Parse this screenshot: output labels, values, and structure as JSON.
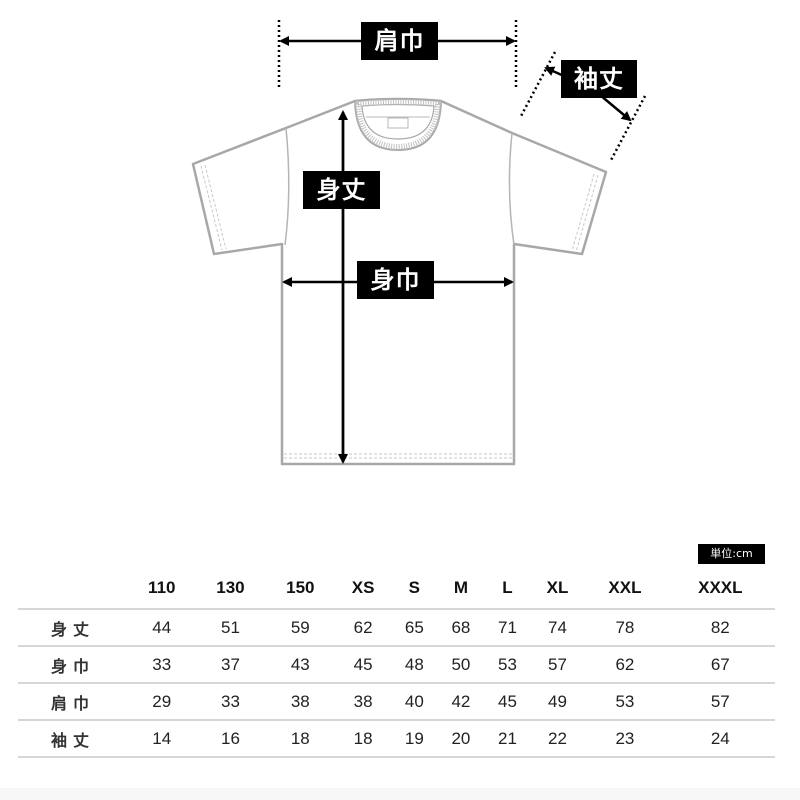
{
  "diagram": {
    "labels": {
      "shoulder_width": "肩巾",
      "sleeve_length": "袖丈",
      "body_length": "身丈",
      "body_width": "身巾"
    },
    "colors": {
      "outline": "#a8a8a8",
      "arrow": "#000000",
      "label_bg": "#000000",
      "label_text": "#ffffff"
    }
  },
  "unit_badge": "単位:cm",
  "table": {
    "columns": [
      "110",
      "130",
      "150",
      "XS",
      "S",
      "M",
      "L",
      "XL",
      "XXL",
      "XXXL"
    ],
    "rows": [
      {
        "label": "身丈",
        "values": [
          "44",
          "51",
          "59",
          "62",
          "65",
          "68",
          "71",
          "74",
          "78",
          "82"
        ]
      },
      {
        "label": "身巾",
        "values": [
          "33",
          "37",
          "43",
          "45",
          "48",
          "50",
          "53",
          "57",
          "62",
          "67"
        ]
      },
      {
        "label": "肩巾",
        "values": [
          "29",
          "33",
          "38",
          "38",
          "40",
          "42",
          "45",
          "49",
          "53",
          "57"
        ]
      },
      {
        "label": "袖丈",
        "values": [
          "14",
          "16",
          "18",
          "18",
          "19",
          "20",
          "21",
          "22",
          "23",
          "24"
        ]
      }
    ]
  },
  "chart_data": {
    "type": "table",
    "title": "T-shirt size chart",
    "unit": "cm",
    "categories": [
      "110",
      "130",
      "150",
      "XS",
      "S",
      "M",
      "L",
      "XL",
      "XXL",
      "XXXL"
    ],
    "series": [
      {
        "name": "身丈",
        "values": [
          44,
          51,
          59,
          62,
          65,
          68,
          71,
          74,
          78,
          82
        ]
      },
      {
        "name": "身巾",
        "values": [
          33,
          37,
          43,
          45,
          48,
          50,
          53,
          57,
          62,
          67
        ]
      },
      {
        "name": "肩巾",
        "values": [
          29,
          33,
          38,
          38,
          40,
          42,
          45,
          49,
          53,
          57
        ]
      },
      {
        "name": "袖丈",
        "values": [
          14,
          16,
          18,
          18,
          19,
          20,
          21,
          22,
          23,
          24
        ]
      }
    ]
  }
}
